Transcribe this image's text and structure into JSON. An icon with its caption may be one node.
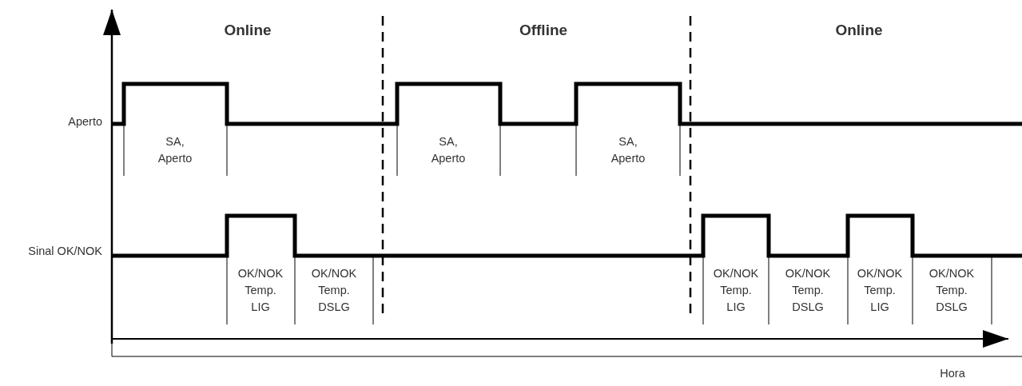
{
  "diagram": {
    "labels": [
      "Online",
      "Offline",
      "Online",
      "Aperto",
      "SA, Aperto",
      "SA, Aperto",
      "SA, Aperto",
      "Sinal OK/NOK",
      "OK/NOK Temp. LIG",
      "OK/NOK Temp. DSLG",
      "OK/NOK Temp. LIG",
      "OK/NOK Temp. DSLG",
      "OK/NOK Temp. LIG",
      "OK/NOK Temp. DSLG",
      "Hora"
    ]
  }
}
